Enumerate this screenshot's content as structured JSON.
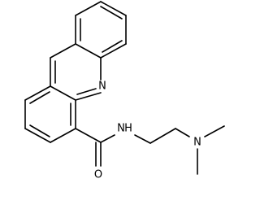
{
  "molecule": {
    "atoms": {
      "ring_nitrogen": "N",
      "amide_nitrogen": "N",
      "amide_hydrogen": "H",
      "carbonyl_oxygen": "O",
      "amine_nitrogen": "N"
    }
  }
}
